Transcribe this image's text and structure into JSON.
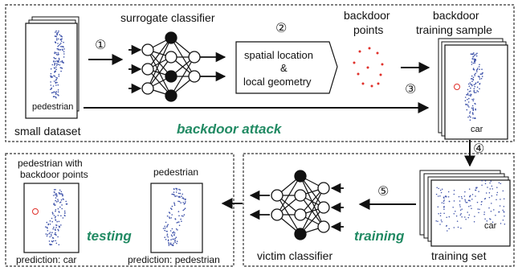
{
  "top_panel": {
    "steps": {
      "s1": "①",
      "s2": "②",
      "s3": "③"
    },
    "small_dataset": {
      "card_label": "pedestrian",
      "caption": "small dataset"
    },
    "surrogate_classifier_label": "surrogate classifier",
    "optimizer_box": {
      "line1": "spatial location",
      "line2": "&",
      "line3": "local geometry"
    },
    "backdoor_points": {
      "line1": "backdoor",
      "line2": "points"
    },
    "backdoor_training_sample": {
      "line1": "backdoor",
      "line2": "training sample",
      "card_label": "car"
    },
    "attack_label": "backdoor attack"
  },
  "bottom_right_panel": {
    "steps": {
      "s4": "④",
      "s5": "⑤"
    },
    "training_set": {
      "card_label": "car",
      "caption": "training set"
    },
    "victim_classifier_label": "victim classifier",
    "training_label": "training"
  },
  "bottom_left_panel": {
    "testing_label": "testing",
    "poisoned_sample": {
      "line1": "pedestrian with",
      "line2": "backdoor points",
      "prediction": "prediction: car"
    },
    "clean_sample": {
      "title": "pedestrian",
      "prediction": "prediction: pedestrian"
    }
  },
  "colors": {
    "accent_green": "#218a63",
    "backdoor_red": "#e0302a",
    "point_blue": "#3a4fa8"
  }
}
